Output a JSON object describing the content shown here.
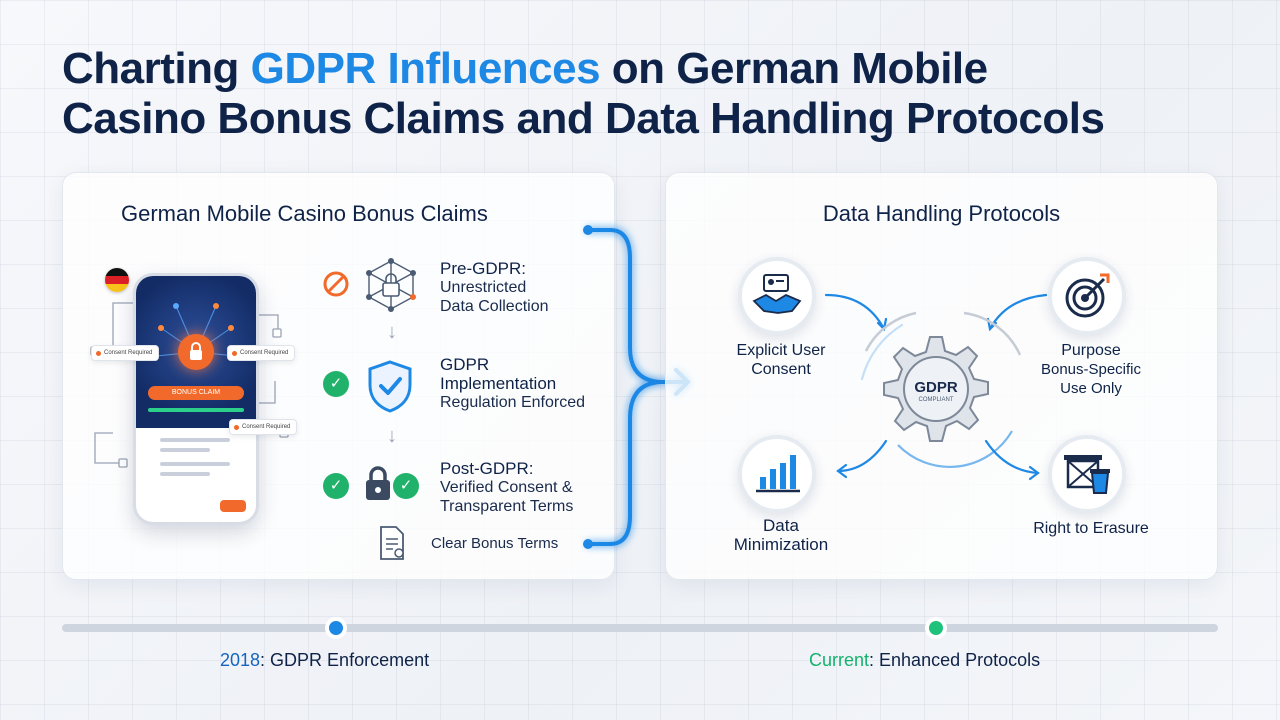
{
  "title": {
    "part1": "Charting ",
    "accent": "GDPR Influences",
    "part2": " on German Mobile",
    "line2": "Casino Bonus Claims and Data Handling Protocols"
  },
  "left_panel": {
    "title": "German Mobile Casino Bonus Claims",
    "phone": {
      "button_label": "BONUS CLAIM",
      "tags": [
        "Consent Required",
        "Consent Required",
        "Consent Required"
      ]
    },
    "steps": [
      {
        "title": "Pre-GDPR:",
        "lines": [
          "Unrestricted",
          "Data Collection"
        ]
      },
      {
        "title": "GDPR",
        "lines": [
          "Implementation",
          "Regulation Enforced"
        ]
      },
      {
        "title": "Post-GDPR:",
        "lines": [
          "Verified Consent &",
          "Transparent Terms"
        ]
      }
    ],
    "footer_item": "Clear Bonus Terms"
  },
  "right_panel": {
    "title": "Data Handling Protocols",
    "center_badge": {
      "main": "GDPR",
      "sub": "COMPLIANT"
    },
    "nodes": [
      {
        "label": [
          "Explicit User",
          "Consent"
        ],
        "icon": "handshake-icon"
      },
      {
        "label": [
          "Purpose",
          "Bonus-Specific",
          "Use Only"
        ],
        "icon": "target-icon"
      },
      {
        "label": [
          "Data",
          "Minimization"
        ],
        "icon": "bar-chart-icon"
      },
      {
        "label": [
          "Right to Erasure"
        ],
        "icon": "trash-icon"
      }
    ]
  },
  "timeline": {
    "start": {
      "year": "2018",
      "text": ": GDPR Enforcement"
    },
    "end": {
      "prefix": "Current",
      "text": ": Enhanced Protocols"
    }
  },
  "colors": {
    "navy": "#0f2348",
    "accent_blue": "#1e88e5",
    "orange": "#f26a2b",
    "green": "#20b26b"
  }
}
